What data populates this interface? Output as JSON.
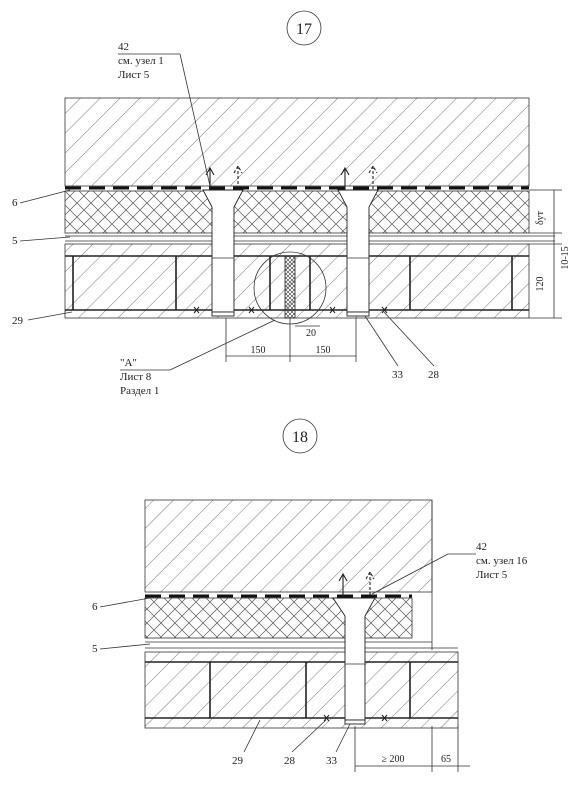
{
  "detail17": {
    "number": "17",
    "callout_top": [
      "42",
      "см. узел 1",
      "Лист 5"
    ],
    "callout_bottom": [
      "\"A\"",
      "Лист 8",
      "Раздел 1"
    ],
    "labels": {
      "l6": "6",
      "l5": "5",
      "l29": "29",
      "l33": "33",
      "l28": "28"
    },
    "dims": {
      "d150a": "150",
      "d150b": "150",
      "d20": "20",
      "d120": "120",
      "d1015": "10-15",
      "dut": "δут"
    }
  },
  "detail18": {
    "number": "18",
    "callout": [
      "42",
      "см. узел 16",
      "Лист 5"
    ],
    "labels": {
      "l6": "6",
      "l5": "5",
      "l29": "29",
      "l28": "28",
      "l33": "33"
    },
    "dims": {
      "d200": "≥ 200",
      "d65": "65"
    }
  },
  "colors": {
    "ink": "#222222",
    "paper": "#ffffff"
  }
}
